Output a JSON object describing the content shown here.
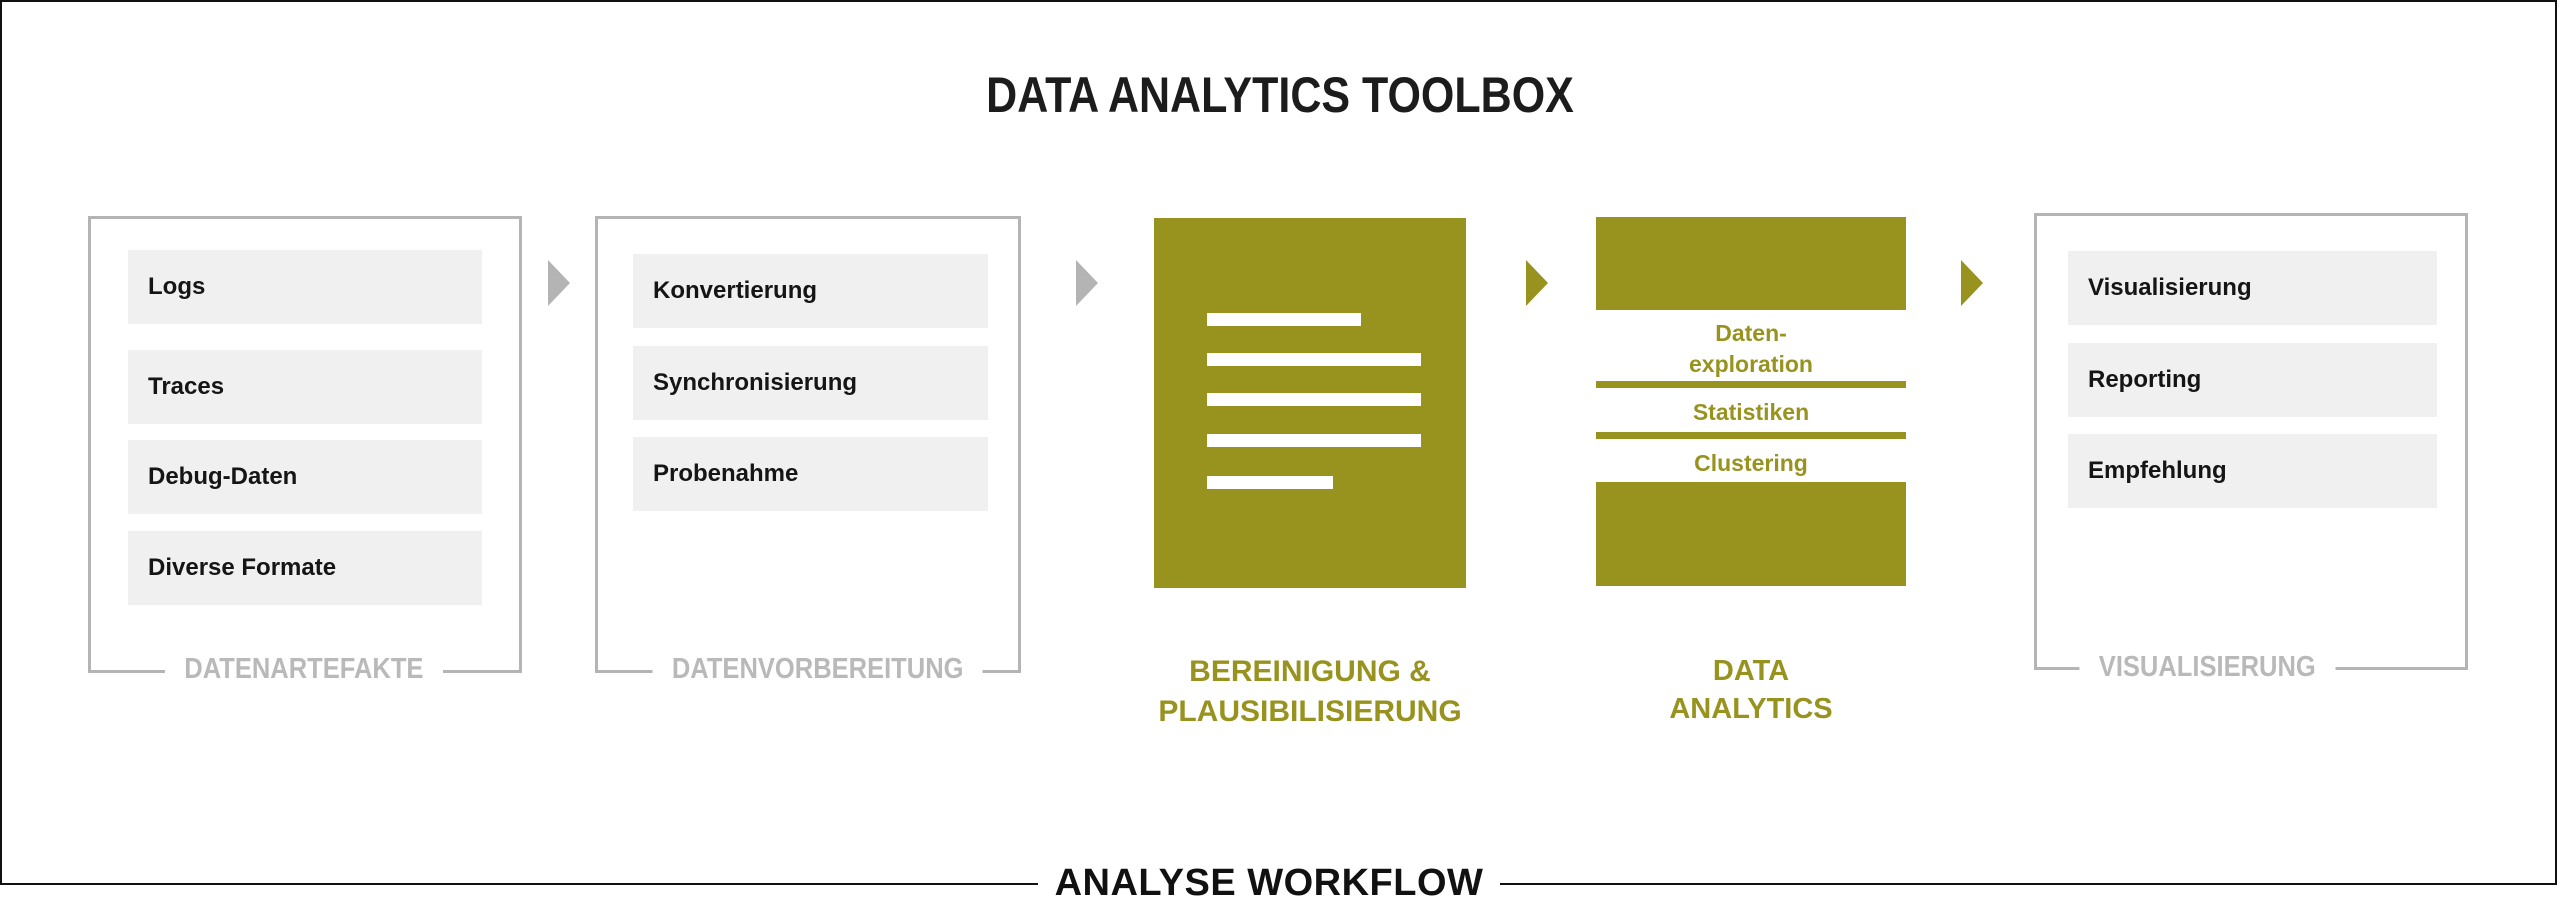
{
  "title": "DATA ANALYTICS TOOLBOX",
  "footer": "ANALYSE WORKFLOW",
  "stages": {
    "artefakte": {
      "label": "DATENARTEFAKTE",
      "items": [
        "Logs",
        "Traces",
        "Debug-Daten",
        "Diverse Formate"
      ]
    },
    "vorbereitung": {
      "label": "DATENVORBEREITUNG",
      "items": [
        "Konvertierung",
        "Synchronisierung",
        "Probenahme"
      ]
    },
    "bereinigung": {
      "label_line1": "BEREINIGUNG &",
      "label_line2": "PLAUSIBILISIERUNG"
    },
    "analytics": {
      "label_line1": "DATA",
      "label_line2": "ANALYTICS",
      "methods": [
        "Daten-",
        "exploration",
        "Statistiken",
        "Clustering"
      ]
    },
    "visualisierung": {
      "label": "VISUALISIERUNG",
      "items": [
        "Visualisierung",
        "Reporting",
        "Empfehlung"
      ]
    }
  },
  "colors": {
    "accent": "#98931f",
    "muted": "#b4b4b4",
    "item_bg": "#f0f0f0",
    "text": "#151515"
  },
  "icons": [
    "document-icon",
    "arrow-right-icon"
  ]
}
